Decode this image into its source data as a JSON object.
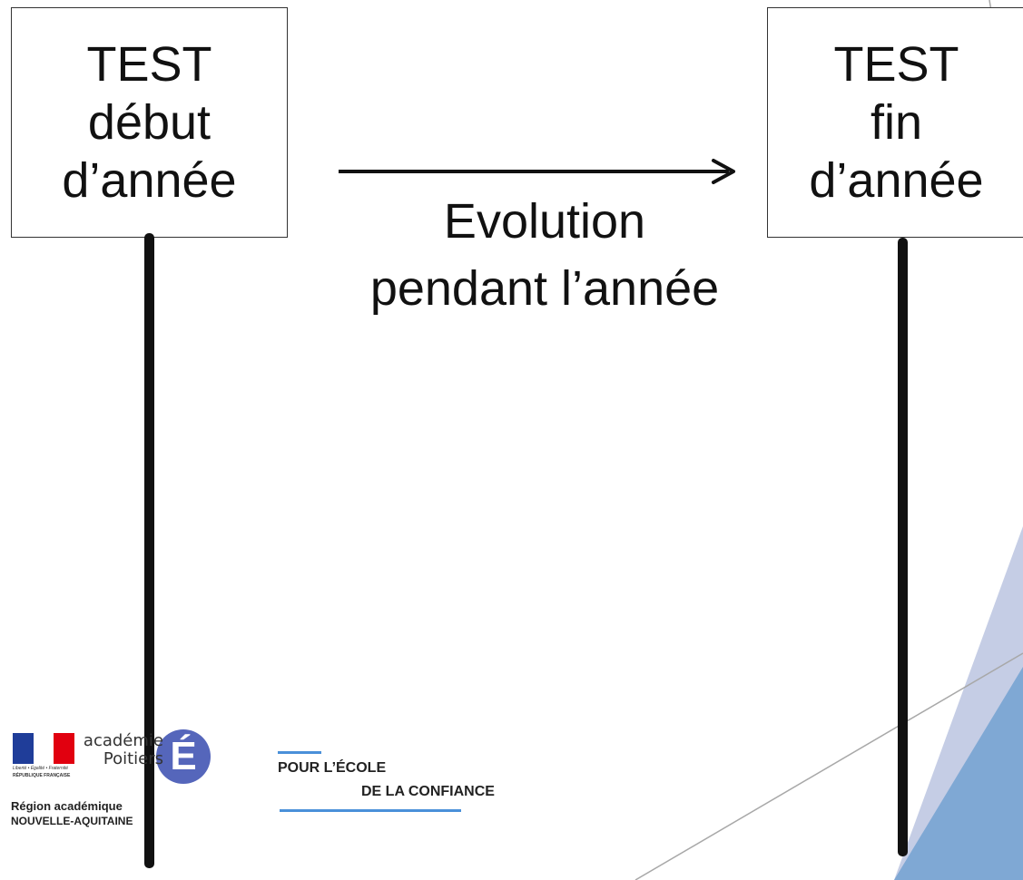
{
  "diagram": {
    "start_box": {
      "line1": "TEST",
      "line2": "début",
      "line3": "d’année"
    },
    "end_box": {
      "line1": "TEST",
      "line2": "fin",
      "line3": "d’année"
    },
    "evolution": {
      "line1": "Evolution",
      "line2": "pendant l’année"
    }
  },
  "footer": {
    "republique": {
      "motto": "Liberté • Égalité • Fraternité",
      "name": "RÉPUBLIQUE FRANÇAISE"
    },
    "academie": {
      "line1": "académie",
      "line2": "Poitiers",
      "mark": "É"
    },
    "region": {
      "line1": "Région académique",
      "line2": "NOUVELLE-AQUITAINE"
    },
    "ecole": {
      "line1": "POUR L’ÉCOLE",
      "line2": "DE LA CONFIANCE"
    }
  },
  "colors": {
    "triangle_light": "#c5cde5",
    "triangle_dark": "#7fa8d4",
    "thin_lines": "#a8a8a8",
    "ink": "#111111"
  }
}
